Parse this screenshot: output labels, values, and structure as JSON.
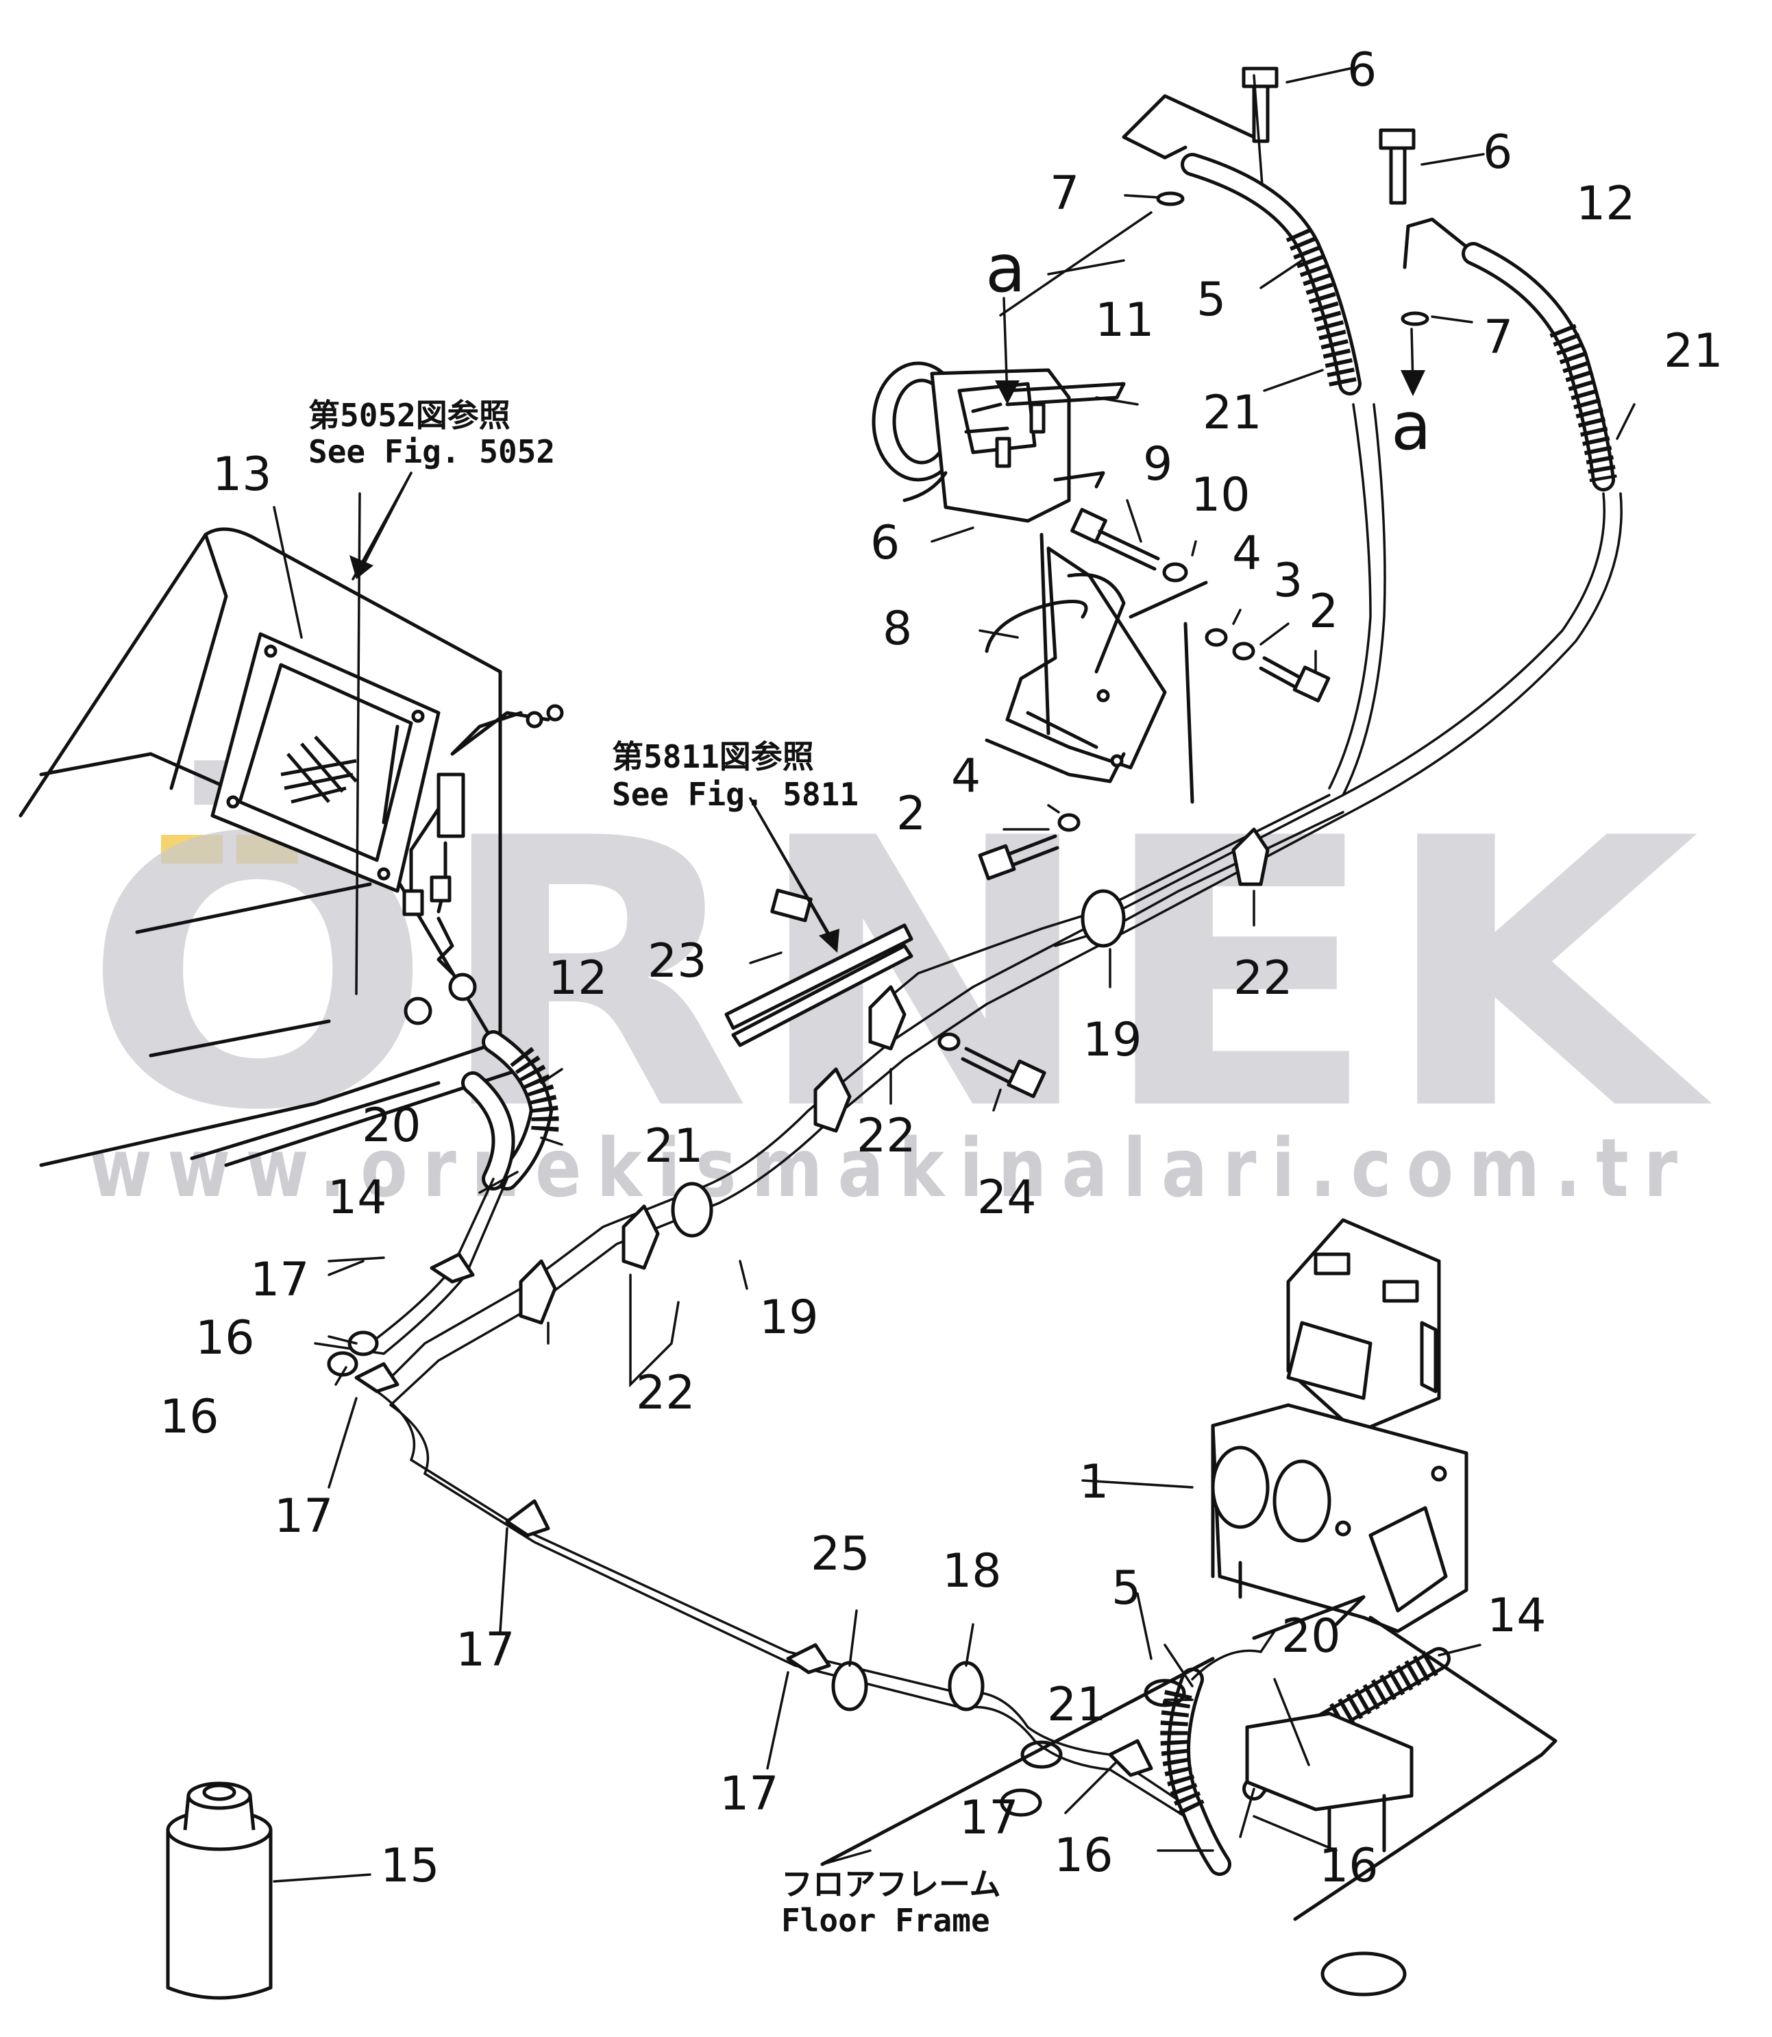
{
  "watermark": {
    "brand": "ÖRNEK",
    "url": "www.ornekismakinalari.com.tr",
    "colors": {
      "gray": "#c9c9cf",
      "accent": "#f2c94c"
    }
  },
  "references": {
    "fig5052_jp": "第5052図参照",
    "fig5052_en": "See Fig. 5052",
    "fig5811_jp": "第5811図参照",
    "fig5811_en": "See Fig. 5811",
    "floor_jp": "フロアフレーム",
    "floor_en": "Floor Frame"
  },
  "view_markers": {
    "a_top": "a",
    "a_right": "a"
  },
  "callouts": {
    "p1": "1",
    "p2a": "2",
    "p2b": "2",
    "p3": "3",
    "p4a": "4",
    "p4b": "4",
    "p5a": "5",
    "p5b": "5",
    "p6a": "6",
    "p6b": "6",
    "p6c": "6",
    "p7a": "7",
    "p7b": "7",
    "p8": "8",
    "p9": "9",
    "p10": "10",
    "p11": "11",
    "p12a": "12",
    "p12b": "12",
    "p13": "13",
    "p14a": "14",
    "p14b": "14",
    "p15": "15",
    "p16a": "16",
    "p16b": "16",
    "p16c": "16",
    "p16d": "16",
    "p17a": "17",
    "p17b": "17",
    "p17c": "17",
    "p17d": "17",
    "p17e": "17",
    "p18": "18",
    "p19a": "19",
    "p19b": "19",
    "p20a": "20",
    "p20b": "20",
    "p21a": "21",
    "p21b": "21",
    "p21c": "21",
    "p21d": "21",
    "p22a": "22",
    "p22b": "22",
    "p22c": "22",
    "p23": "23",
    "p24": "24",
    "p25": "25"
  }
}
